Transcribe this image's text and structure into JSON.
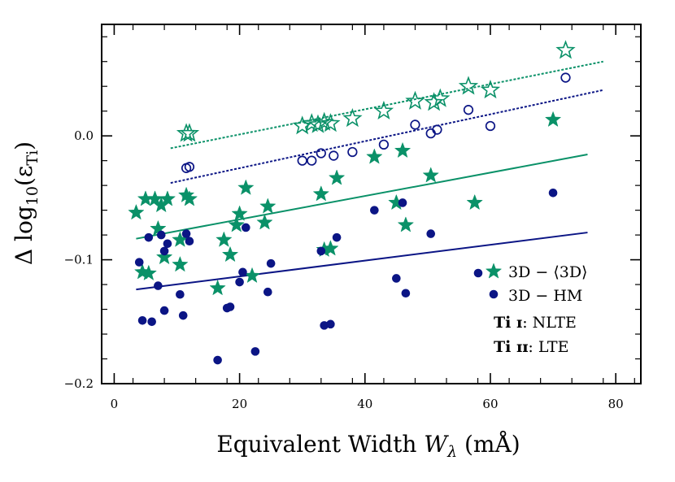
{
  "chart_data": {
    "type": "scatter",
    "xlabel_main": "Equivalent Width ",
    "xlabel_var": "W",
    "xlabel_sub": "λ",
    "xlabel_unit": " (mÅ)",
    "ylabel_main": "Δ log",
    "ylabel_sub1": "10",
    "ylabel_paren": "(ε",
    "ylabel_sub2": "Ti",
    "ylabel_close": ")",
    "xlim": [
      -2,
      84
    ],
    "ylim": [
      -0.2,
      0.09
    ],
    "xticks": [
      0,
      20,
      40,
      60,
      80
    ],
    "xtick_labels": [
      "0",
      "20",
      "40",
      "60",
      "80"
    ],
    "yticks": [
      -0.2,
      -0.1,
      0.0
    ],
    "ytick_labels": [
      "−0.2",
      "−0.1",
      "0.0"
    ],
    "colors": {
      "green": "#0a9168",
      "navy": "#0b1585"
    },
    "series": [
      {
        "name": "3D − ⟨3D⟩",
        "species": "Ti I",
        "marker": "star-filled",
        "color": "green",
        "points": [
          [
            3.5,
            -0.062
          ],
          [
            4.5,
            -0.11
          ],
          [
            5,
            -0.051
          ],
          [
            5.5,
            -0.111
          ],
          [
            6.5,
            -0.051
          ],
          [
            7,
            -0.075
          ],
          [
            7.5,
            -0.056
          ],
          [
            8,
            -0.098
          ],
          [
            8.5,
            -0.051
          ],
          [
            10.5,
            -0.084
          ],
          [
            10.5,
            -0.104
          ],
          [
            11.5,
            -0.048
          ],
          [
            12,
            -0.051
          ],
          [
            16.5,
            -0.123
          ],
          [
            17.5,
            -0.084
          ],
          [
            18.5,
            -0.096
          ],
          [
            19.5,
            -0.072
          ],
          [
            20,
            -0.063
          ],
          [
            21,
            -0.042
          ],
          [
            22,
            -0.113
          ],
          [
            24,
            -0.07
          ],
          [
            24.5,
            -0.057
          ],
          [
            33,
            -0.047
          ],
          [
            33.5,
            -0.092
          ],
          [
            34.5,
            -0.091
          ],
          [
            35.5,
            -0.034
          ],
          [
            41.5,
            -0.017
          ],
          [
            45,
            -0.054
          ],
          [
            46,
            -0.012
          ],
          [
            46.5,
            -0.072
          ],
          [
            50.5,
            -0.032
          ],
          [
            57.5,
            -0.054
          ],
          [
            70,
            0.013
          ]
        ]
      },
      {
        "name": "3D − HM",
        "species": "Ti I",
        "marker": "circle-filled",
        "color": "navy",
        "points": [
          [
            4,
            -0.102
          ],
          [
            4.5,
            -0.149
          ],
          [
            5.5,
            -0.082
          ],
          [
            6,
            -0.15
          ],
          [
            7,
            -0.121
          ],
          [
            7.5,
            -0.08
          ],
          [
            8,
            -0.141
          ],
          [
            8.5,
            -0.087
          ],
          [
            8,
            -0.093
          ],
          [
            10.5,
            -0.128
          ],
          [
            11,
            -0.145
          ],
          [
            11.5,
            -0.079
          ],
          [
            12,
            -0.085
          ],
          [
            16.5,
            -0.181
          ],
          [
            18,
            -0.139
          ],
          [
            18.5,
            -0.138
          ],
          [
            20,
            -0.118
          ],
          [
            20.5,
            -0.11
          ],
          [
            21,
            -0.074
          ],
          [
            22.5,
            -0.174
          ],
          [
            24.5,
            -0.126
          ],
          [
            25,
            -0.103
          ],
          [
            33,
            -0.093
          ],
          [
            33.5,
            -0.153
          ],
          [
            34.5,
            -0.152
          ],
          [
            35.5,
            -0.082
          ],
          [
            41.5,
            -0.06
          ],
          [
            45,
            -0.115
          ],
          [
            46,
            -0.054
          ],
          [
            46.5,
            -0.127
          ],
          [
            50.5,
            -0.079
          ],
          [
            70,
            -0.046
          ]
        ]
      },
      {
        "name": "",
        "species": "Ti II",
        "marker": "star-open",
        "color": "green",
        "points": [
          [
            11.5,
            0.002
          ],
          [
            12,
            0.002
          ],
          [
            30,
            0.008
          ],
          [
            31.5,
            0.01
          ],
          [
            32.5,
            0.009
          ],
          [
            33.5,
            0.011
          ],
          [
            34.5,
            0.01
          ],
          [
            38,
            0.014
          ],
          [
            43,
            0.02
          ],
          [
            48,
            0.028
          ],
          [
            51,
            0.027
          ],
          [
            52,
            0.03
          ],
          [
            56.5,
            0.04
          ],
          [
            60,
            0.037
          ],
          [
            72,
            0.069
          ]
        ]
      },
      {
        "name": "",
        "species": "Ti II",
        "marker": "circle-open",
        "color": "navy",
        "points": [
          [
            11.5,
            -0.026
          ],
          [
            12,
            -0.025
          ],
          [
            30,
            -0.02
          ],
          [
            31.5,
            -0.02
          ],
          [
            33,
            -0.014
          ],
          [
            35,
            -0.016
          ],
          [
            38,
            -0.013
          ],
          [
            43,
            -0.007
          ],
          [
            48,
            0.009
          ],
          [
            50.5,
            0.002
          ],
          [
            51.5,
            0.005
          ],
          [
            56.5,
            0.021
          ],
          [
            60,
            0.008
          ],
          [
            72,
            0.047
          ]
        ]
      }
    ],
    "fit_lines": [
      {
        "color": "green",
        "style": "solid",
        "x": [
          3.5,
          75.5
        ],
        "y": [
          -0.083,
          -0.015
        ]
      },
      {
        "color": "navy",
        "style": "solid",
        "x": [
          3.5,
          75.5
        ],
        "y": [
          -0.124,
          -0.078
        ]
      },
      {
        "color": "green",
        "style": "dotted",
        "x": [
          9,
          78
        ],
        "y": [
          -0.01,
          0.06
        ]
      },
      {
        "color": "navy",
        "style": "dotted",
        "x": [
          9,
          78
        ],
        "y": [
          -0.038,
          0.037
        ]
      }
    ],
    "legend": {
      "entries": [
        {
          "label": "3D − ⟨3D⟩",
          "marker": "star-filled",
          "color": "green",
          "marker2": "circle-filled",
          "color2": "navy"
        },
        {
          "label": "3D − HM",
          "marker": "circle-filled",
          "color": "navy"
        }
      ],
      "notes": [
        {
          "species": "Ti ɪ",
          "text": ": NLTE"
        },
        {
          "species": "Ti ɪɪ",
          "text": ": LTE"
        }
      ],
      "placement": "bottom-right"
    },
    "grid": false
  }
}
